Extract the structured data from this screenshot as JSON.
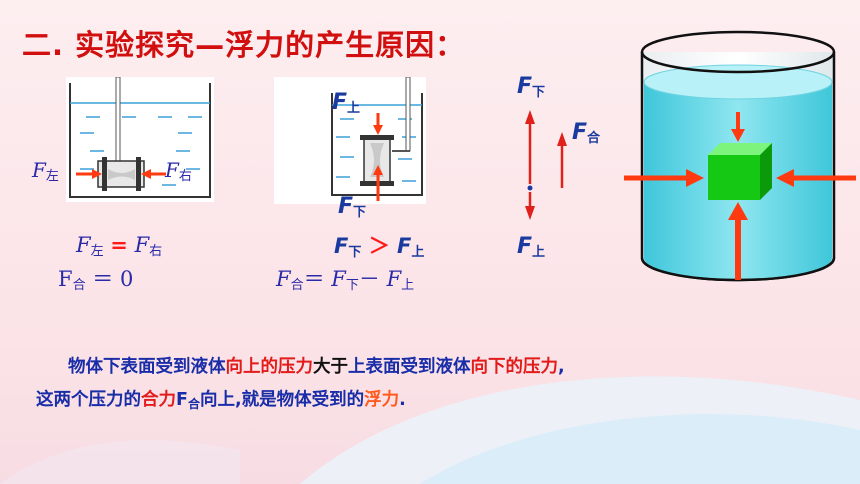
{
  "title": "二. 实验探究—浮力的产生原因：",
  "fig1": {
    "left_label": "F",
    "left_sub": "左",
    "right_label": "F",
    "right_sub": "右",
    "eq1": {
      "a": "F",
      "a_sub": "左",
      "op": "=",
      "b": "F",
      "b_sub": "右"
    },
    "eq2": {
      "text": "F",
      "sub": "合",
      "rest": "＝ 0"
    }
  },
  "fig2": {
    "top_label": "F",
    "top_sub": "上",
    "bottom_label": "F",
    "bottom_sub": "下",
    "eq1": {
      "a": "F",
      "a_sub": "下",
      "op": "＞",
      "b": "F",
      "b_sub": "上"
    },
    "eq2": {
      "a": "F",
      "a_sub": "合",
      "eq": "＝",
      "b": "F",
      "b_sub": "下",
      "minus": "－",
      "c": "F",
      "c_sub": "上"
    }
  },
  "forces": {
    "down_label": "F",
    "down_sub": "下",
    "up_label": "F",
    "up_sub": "上",
    "net_label": "F",
    "net_sub": "合"
  },
  "conclusion": {
    "p1": "物体下表面受到液体",
    "p2": "向上的压力",
    "p3": "大于",
    "p4": "上表面受到液体",
    "p5": "向下的压力",
    "p6": ",",
    "p7": "这两个压力的",
    "p8": "合力",
    "p9": "F",
    "p9_sub": "合",
    "p10": "向上,就是物体受到的",
    "p11": "浮力",
    "p12": "."
  },
  "colors": {
    "title": "#d20f0f",
    "text": "#1a2da8",
    "arrow": "#ff4a10",
    "cube": "#12c412",
    "water": "#5fd6e6"
  }
}
